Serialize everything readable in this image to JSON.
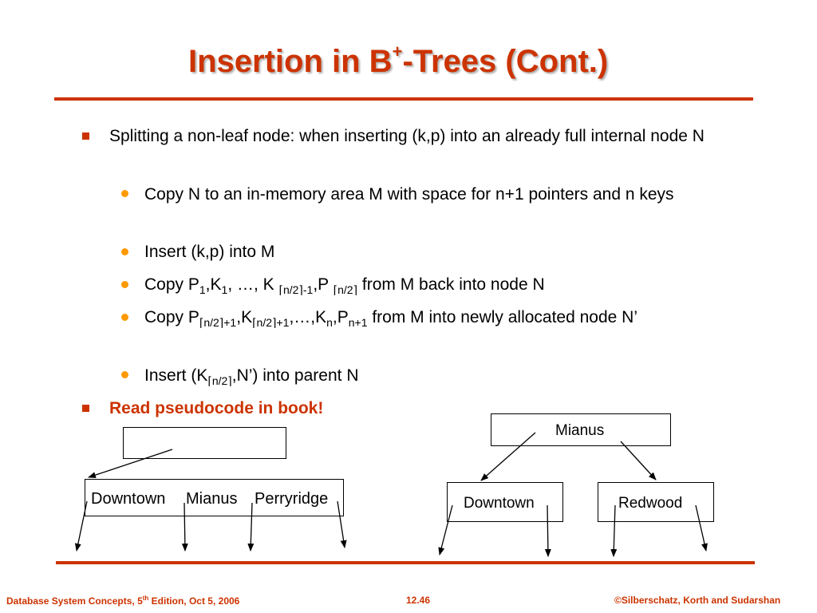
{
  "slide": {
    "title_main": "Insertion in B",
    "title_sup": "+",
    "title_rest": "-Trees (Cont.)",
    "bullets": {
      "b1": "Splitting a non-leaf node: when inserting (k,p) into an already full internal node N",
      "s1": "Copy N to an in-memory area M with space for n+1 pointers and n keys",
      "s2": "Insert (k,p) into M",
      "s3": {
        "t1": "Copy P",
        "sub1": "1",
        "t2": ",K",
        "sub2": "1",
        "t3": ", …, K ",
        "sub3": "⌈n/2⌉-1",
        "t4": ",P ",
        "sub4": "⌈n/2⌉",
        "t5": " from M back into node N"
      },
      "s4": {
        "t1": "Copy P",
        "sub1": "⌈n/2⌉+1",
        "t2": ",K",
        "sub2": "⌈n/2⌉+1",
        "t3": ",…,K",
        "sub3": "n",
        "t4": ",P",
        "sub4": "n+1",
        "t5": " from M into newly allocated node N’"
      },
      "s5": {
        "t1": "Insert (K",
        "sub1": "⌈n/2⌉",
        "t2": ",N’) into parent N"
      },
      "b2": "Read pseudocode in book!"
    },
    "tree_left": {
      "leaf_keys": [
        "Downtown",
        "Mianus",
        "Perryridge"
      ]
    },
    "tree_right": {
      "root": "Mianus",
      "leaf1": "Downtown",
      "leaf2": "Redwood"
    },
    "footer": {
      "left_a": "Database System Concepts, 5",
      "left_sup": "th",
      "left_b": " Edition, Oct 5,  2006",
      "center": "12.46",
      "right": "©Silberschatz, Korth and Sudarshan"
    },
    "colors": {
      "accent": "#cc3300",
      "bullet_dot": "#ff9900"
    }
  }
}
